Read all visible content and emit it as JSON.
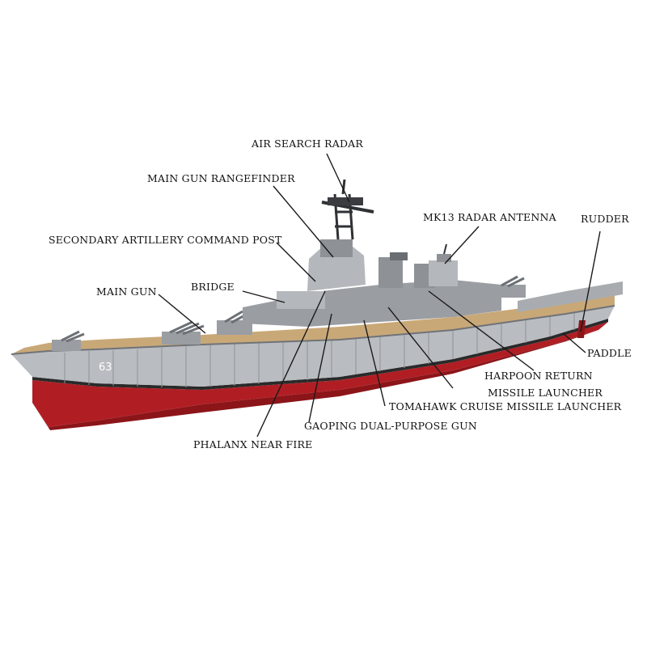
{
  "diagram": {
    "hull_number": "63",
    "colors": {
      "hull_red": "#b01e24",
      "hull_red_dark": "#8c1519",
      "boot_top": "#2a2a2a",
      "hull_grey": "#b9bcc0",
      "deck_tan": "#c9a878",
      "superstructure_grey": "#9a9ea3"
    },
    "labels": {
      "air_search_radar": "AIR SEARCH RADAR",
      "main_gun_rangefinder": "MAIN GUN RANGEFINDER",
      "mk13_radar_antenna": "MK13 RADAR ANTENNA",
      "rudder": "RUDDER",
      "secondary_artillery_command_post": "SECONDARY ARTILLERY COMMAND POST",
      "main_gun": "MAIN GUN",
      "bridge": "BRIDGE",
      "paddle": "PADDLE",
      "harpoon_return": "HARPOON RETURN",
      "missile_launcher": "MISSILE LAUNCHER",
      "tomahawk_cruise_missile_launcher": "TOMAHAWK CRUISE MISSILE LAUNCHER",
      "gaoping_dual_purpose_gun": "GAOPING DUAL-PURPOSE GUN",
      "phalanx_near_fire": "PHALANX NEAR FIRE"
    }
  }
}
